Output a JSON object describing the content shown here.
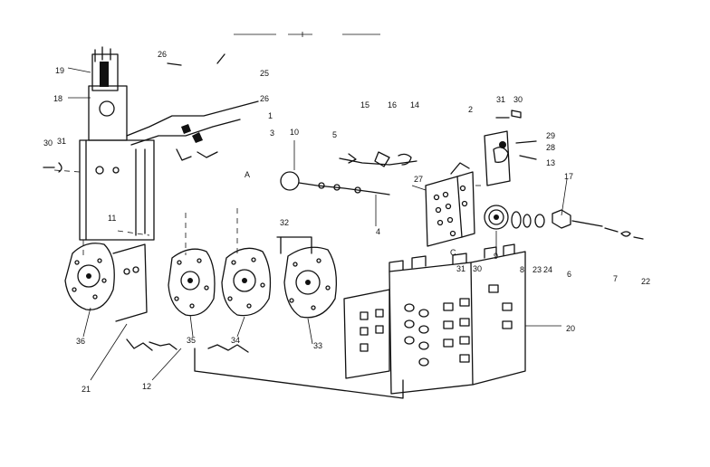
{
  "drawing": {
    "labels": {
      "l19": "19",
      "l18": "18",
      "l26a": "26",
      "l25": "25",
      "l26b": "26",
      "l1a": "1",
      "l3": "3",
      "l30a": "30",
      "l31a": "31",
      "l10": "10",
      "l5": "5",
      "lA": "A",
      "l15": "15",
      "l16": "16",
      "l14": "14",
      "l2": "2",
      "l31b": "31",
      "l30b": "30",
      "l29": "29",
      "l28": "28",
      "l13": "13",
      "l17": "17",
      "l27": "27",
      "l11": "11",
      "l32": "32",
      "l4": "4",
      "lC": "C",
      "l31c": "31",
      "l30c": "30",
      "l9": "9",
      "l8": "8",
      "l23": "23",
      "l24": "24",
      "l6": "6",
      "l7": "7",
      "l22": "22",
      "l36": "36",
      "l35": "35",
      "l34": "34",
      "l33": "33",
      "l20": "20",
      "l21": "21",
      "l12": "12"
    }
  }
}
